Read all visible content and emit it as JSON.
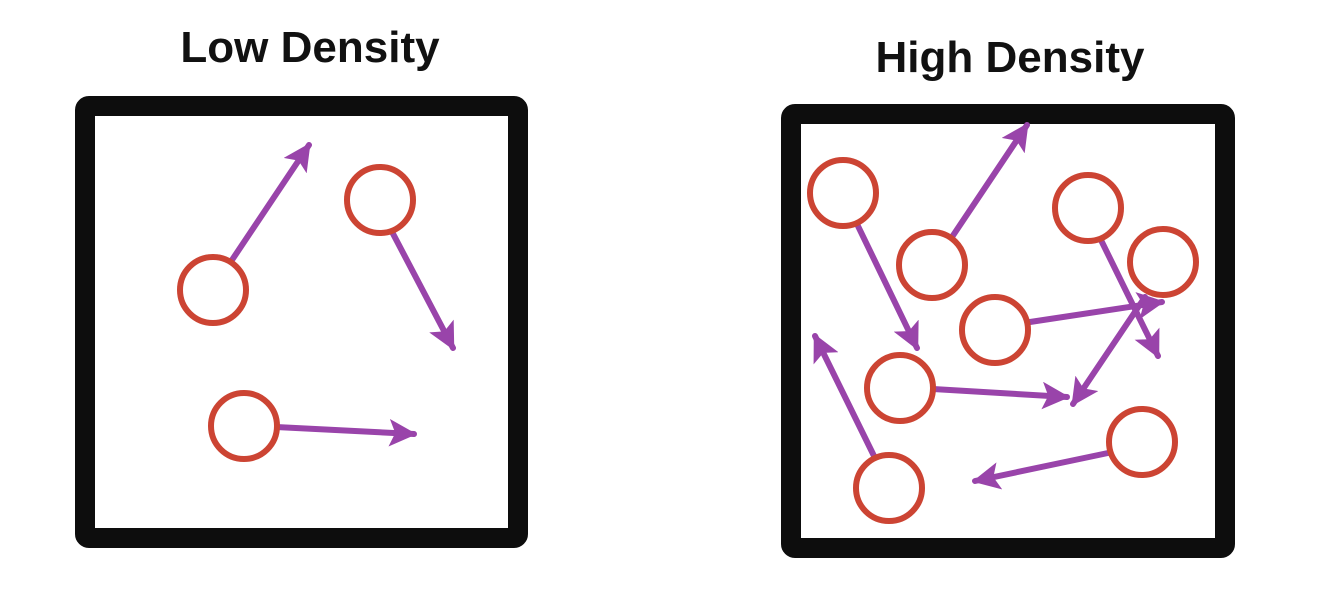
{
  "panels": [
    {
      "key": "low",
      "title": "Low Density"
    },
    {
      "key": "high",
      "title": "High Density"
    }
  ],
  "colors": {
    "container_border": "#0d0d0d",
    "particle_ring": "#cc4433",
    "velocity_arrow": "#9944aa",
    "background": "#ffffff",
    "title_text": "#111111"
  }
}
